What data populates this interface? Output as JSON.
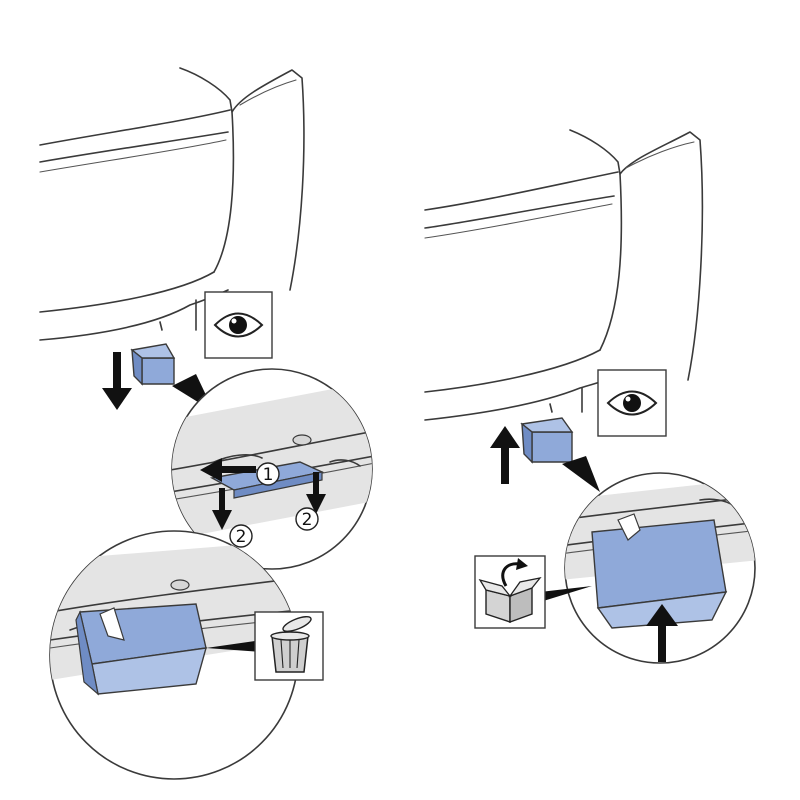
{
  "colors": {
    "filter_fill": "#8fa9d9",
    "filter_top": "#aec2e6",
    "filter_dark": "#6f8cc4",
    "arrow": "#111111",
    "line": "#3a3a3a",
    "zoom_gray": "#e4e4e4"
  },
  "steps": {
    "remove": {
      "callouts": [
        "1",
        "2",
        "2"
      ],
      "icons": [
        "eye-icon",
        "trash-bin-icon"
      ]
    },
    "insert": {
      "icons": [
        "eye-icon",
        "unbox-icon"
      ]
    }
  }
}
